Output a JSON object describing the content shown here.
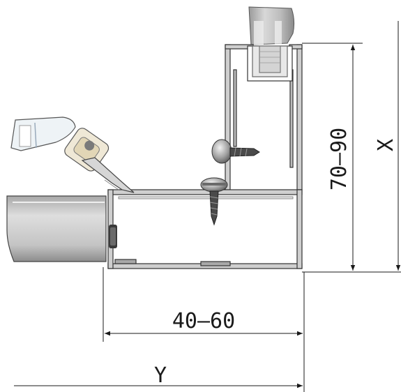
{
  "diagram": {
    "dimensions": {
      "width_range": "40–60",
      "height_range": "70–90",
      "total_height": "X",
      "total_width": "Y"
    },
    "colors": {
      "line": "#1a1a1a",
      "profile_light": "#dcdcdc",
      "profile_mid": "#b4b4b4",
      "profile_dark": "#6e6e6e",
      "seal_cream": "#efe8d6",
      "gasket_clear": "#eef3f6"
    },
    "icons": [
      "screw-icon",
      "end-cap-icon",
      "seal-icon",
      "glass-panel-icon"
    ]
  }
}
